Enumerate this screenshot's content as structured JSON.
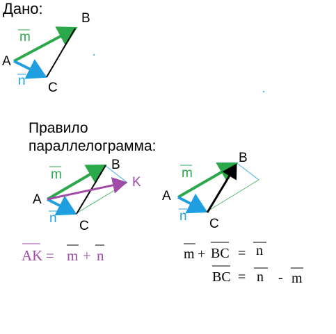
{
  "colors": {
    "green": "#2aa84a",
    "blue": "#1f9fe0",
    "black": "#000000",
    "purple": "#a14aa8",
    "thin_green": "#4fb86a",
    "thin_blue": "#3ab0e8"
  },
  "given": {
    "heading": "Дано:",
    "m": "m",
    "n": "n",
    "A": "A",
    "B": "B",
    "C": "C"
  },
  "rule": {
    "heading_line1": "Правило",
    "heading_line2": "параллелограмма:"
  },
  "fig2": {
    "m": "m",
    "n": "n",
    "A": "A",
    "B": "B",
    "C": "C",
    "K": "K"
  },
  "fig3": {
    "m": "m",
    "n": "n",
    "A": "A",
    "B": "B",
    "C": "C"
  },
  "equations": {
    "eq1": {
      "lhs": "AK",
      "eq": "=",
      "m": "m",
      "plus": "+",
      "n": "n"
    },
    "eq2": {
      "m": "m",
      "plus": "+",
      "bc": "BC",
      "eq": "=",
      "n": "n"
    },
    "eq3": {
      "bc": "BC",
      "eq": "=",
      "n": "n",
      "minus": "-",
      "m": "m"
    }
  }
}
